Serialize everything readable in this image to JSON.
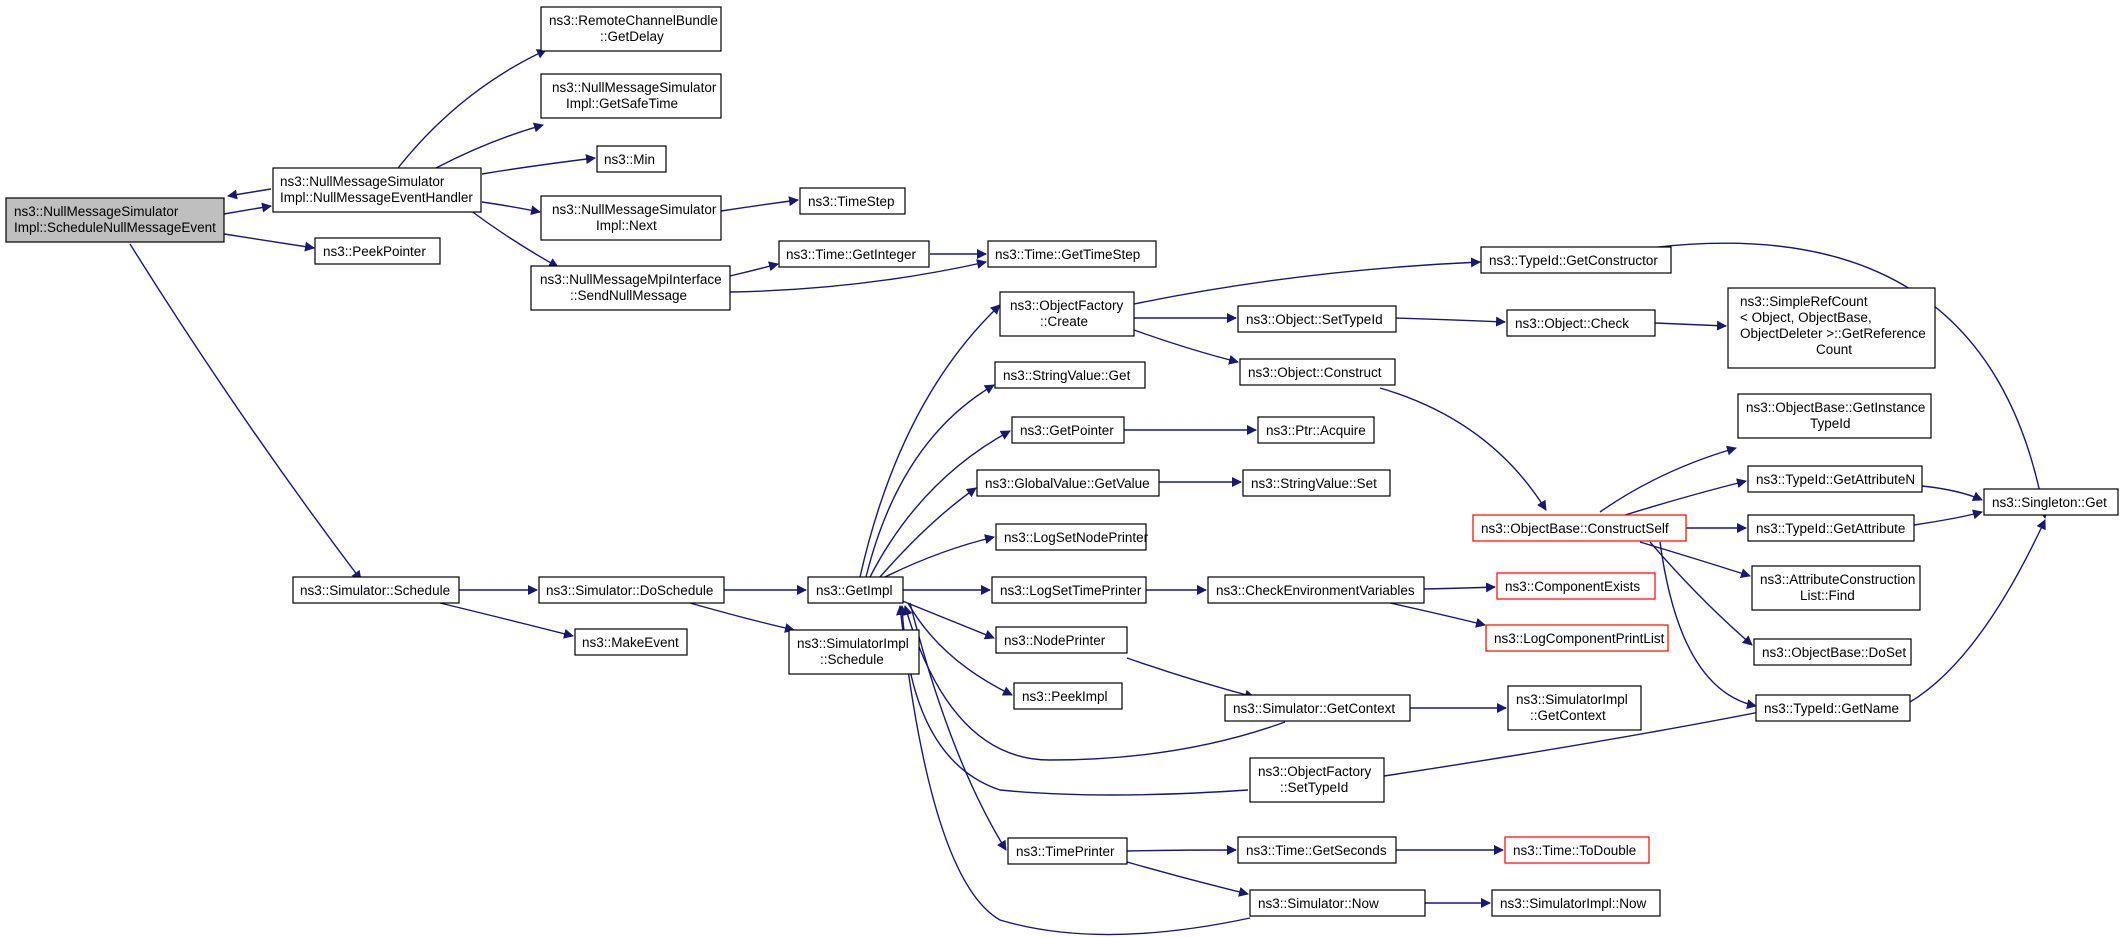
{
  "colors": {
    "edge": "#191970",
    "node_border": "#000000",
    "node_border_undocumented": "#ff0000",
    "root_fill": "#bfbfbf"
  },
  "nodes": {
    "root": {
      "label1": "ns3::NullMessageSimulator",
      "label2": "Impl::ScheduleNullMessageEvent"
    },
    "remote_getdelay": {
      "label1": "ns3::RemoteChannelBundle",
      "label2": "::GetDelay"
    },
    "getsafetime": {
      "label1": "ns3::NullMessageSimulator",
      "label2": "Impl::GetSafeTime"
    },
    "nullhandler": {
      "label1": "ns3::NullMessageSimulator",
      "label2": "Impl::NullMessageEventHandler"
    },
    "min": {
      "label1": "ns3::Min"
    },
    "next": {
      "label1": "ns3::NullMessageSimulator",
      "label2": "Impl::Next"
    },
    "timestep": {
      "label1": "ns3::TimeStep"
    },
    "peekpointer": {
      "label1": "ns3::PeekPointer"
    },
    "sendnull": {
      "label1": "ns3::NullMessageMpiInterface",
      "label2": "::SendNullMessage"
    },
    "getinteger": {
      "label1": "ns3::Time::GetInteger"
    },
    "gettimestep": {
      "label1": "ns3::Time::GetTimeStep"
    },
    "getconstructor": {
      "label1": "ns3::TypeId::GetConstructor"
    },
    "factorycreate": {
      "label1": "ns3::ObjectFactory",
      "label2": "::Create"
    },
    "settypeid": {
      "label1": "ns3::Object::SetTypeId"
    },
    "objcheck": {
      "label1": "ns3::Object::Check"
    },
    "simplerefcount": {
      "label1": "ns3::SimpleRefCount",
      "label2": "< Object, ObjectBase,",
      "label3": "ObjectDeleter >::GetReference",
      "label4": "Count"
    },
    "objconstruct": {
      "label1": "ns3::Object::Construct"
    },
    "stringget": {
      "label1": "ns3::StringValue::Get"
    },
    "getpointer": {
      "label1": "ns3::GetPointer"
    },
    "ptracquire": {
      "label1": "ns3::Ptr::Acquire"
    },
    "getinstancetypeid": {
      "label1": "ns3::ObjectBase::GetInstance",
      "label2": "TypeId"
    },
    "globalgetvalue": {
      "label1": "ns3::GlobalValue::GetValue"
    },
    "stringset": {
      "label1": "ns3::StringValue::Set"
    },
    "getattributen": {
      "label1": "ns3::TypeId::GetAttributeN"
    },
    "constructself": {
      "label1": "ns3::ObjectBase::ConstructSelf"
    },
    "getattribute": {
      "label1": "ns3::TypeId::GetAttribute"
    },
    "singletonget": {
      "label1": "ns3::Singleton::Get"
    },
    "lognodeprinter": {
      "label1": "ns3::LogSetNodePrinter"
    },
    "attrlistfind": {
      "label1": "ns3::AttributeConstruction",
      "label2": "List::Find"
    },
    "schedule": {
      "label1": "ns3::Simulator::Schedule"
    },
    "doschedule": {
      "label1": "ns3::Simulator::DoSchedule"
    },
    "getimpl": {
      "label1": "ns3::GetImpl"
    },
    "logtimeprinter": {
      "label1": "ns3::LogSetTimePrinter"
    },
    "checkenv": {
      "label1": "ns3::CheckEnvironmentVariables"
    },
    "compexists": {
      "label1": "ns3::ComponentExists"
    },
    "makeevent": {
      "label1": "ns3::MakeEvent"
    },
    "simimplschedule": {
      "label1": "ns3::SimulatorImpl",
      "label2": "::Schedule"
    },
    "nodeprinter": {
      "label1": "ns3::NodePrinter"
    },
    "logcompprint": {
      "label1": "ns3::LogComponentPrintList"
    },
    "doset": {
      "label1": "ns3::ObjectBase::DoSet"
    },
    "peekimpl": {
      "label1": "ns3::PeekImpl"
    },
    "getcontext": {
      "label1": "ns3::Simulator::GetContext"
    },
    "simimplgetcontext": {
      "label1": "ns3::SimulatorImpl",
      "label2": "::GetContext"
    },
    "getname": {
      "label1": "ns3::TypeId::GetName"
    },
    "factorysettypeid": {
      "label1": "ns3::ObjectFactory",
      "label2": "::SetTypeId"
    },
    "timeprinter": {
      "label1": "ns3::TimePrinter"
    },
    "getseconds": {
      "label1": "ns3::Time::GetSeconds"
    },
    "todouble": {
      "label1": "ns3::Time::ToDouble"
    },
    "simnow": {
      "label1": "ns3::Simulator::Now"
    },
    "simimplnow": {
      "label1": "ns3::SimulatorImpl::Now"
    }
  }
}
